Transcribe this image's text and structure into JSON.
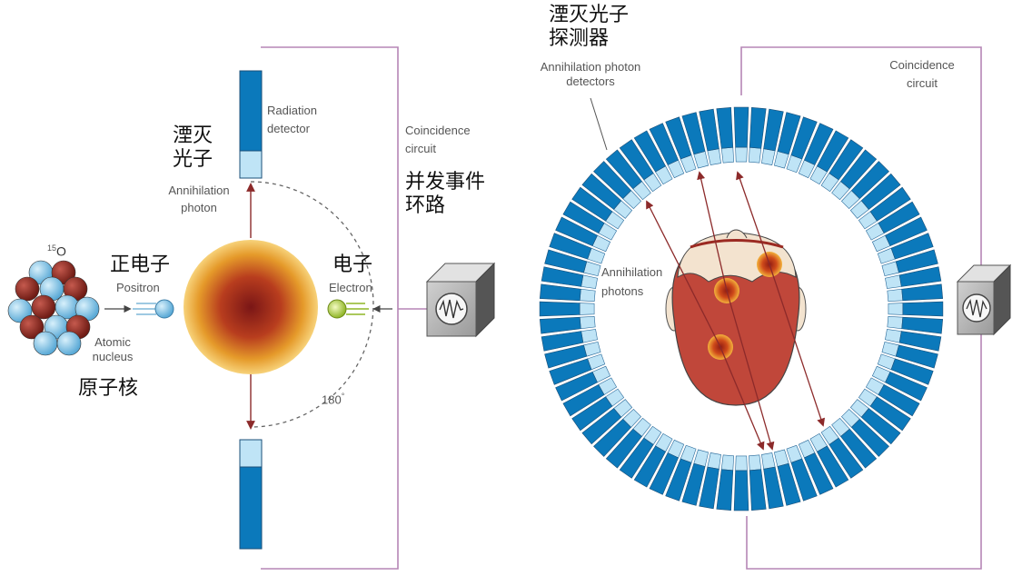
{
  "left_panel": {
    "isotope": {
      "mass": "15",
      "symbol": "O"
    },
    "atomic_nucleus": {
      "en_line1": "Atomic",
      "en_line2": "nucleus",
      "zh": "原子核"
    },
    "positron": {
      "en": "Positron",
      "zh": "正电子"
    },
    "electron": {
      "en": "Electron",
      "zh": "电子"
    },
    "annihilation_photon": {
      "en_line1": "Annihilation",
      "en_line2": "photon",
      "zh_line1": "湮灭",
      "zh_line2": "光子"
    },
    "radiation_detector": {
      "en_line1": "Radiation",
      "en_line2": "detector"
    },
    "coincidence_circuit": {
      "en_line1": "Coincidence",
      "en_line2": "circuit",
      "zh_line1": "并发事件",
      "zh_line2": "环路"
    },
    "angle": {
      "value": "180",
      "unit": "°"
    }
  },
  "right_panel": {
    "detectors": {
      "zh_line1": "湮灭光子",
      "zh_line2": "探测器",
      "en_line1": "Annihilation photon",
      "en_line2": "detectors"
    },
    "coincidence_circuit": {
      "en_line1": "Coincidence",
      "en_line2": "circuit"
    },
    "photons": {
      "en_line1": "Annihilation",
      "en_line2": "photons"
    }
  },
  "colors": {
    "detector_dark": "#0b79bb",
    "detector_light": "#bfe4f6",
    "circuit_wire": "#b586b5",
    "arrow": "#8c2a2a",
    "head_skin": "#c0473a",
    "scalp": "#f3e3cf"
  }
}
